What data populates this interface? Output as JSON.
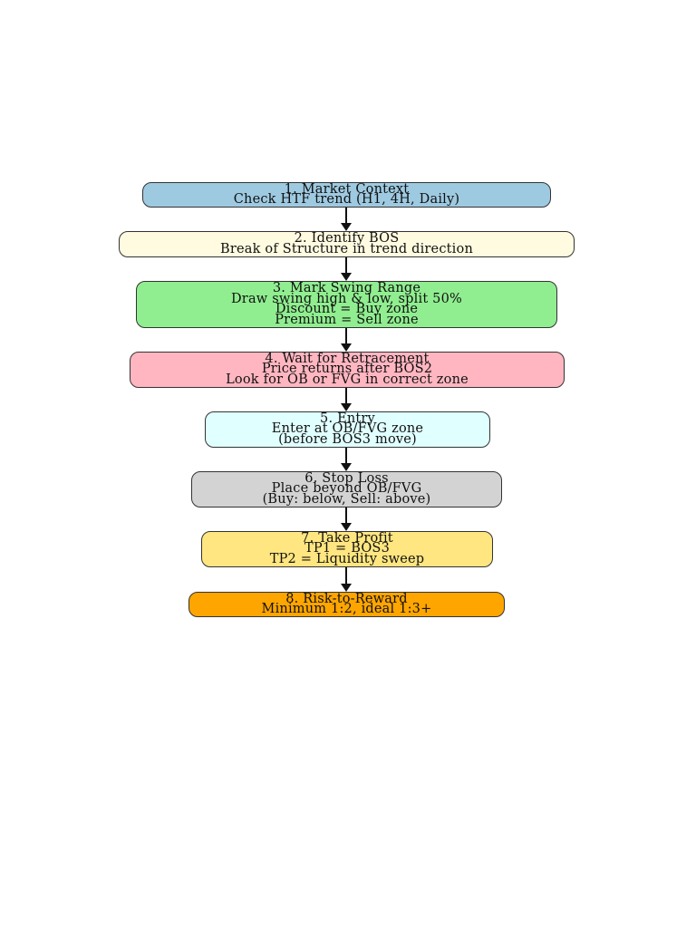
{
  "steps": [
    {
      "lines": [
        "1. Market Context",
        "Check HTF trend (H1, 4H, Daily)"
      ],
      "color": "#9ecae1"
    },
    {
      "lines": [
        "2. Identify BOS",
        "Break of Structure in trend direction"
      ],
      "color": "#fffbe0"
    },
    {
      "lines": [
        "3. Mark Swing Range",
        "Draw swing high & low, split 50%",
        "Discount = Buy zone",
        "Premium = Sell zone"
      ],
      "color": "#90ee90"
    },
    {
      "lines": [
        "4. Wait for Retracement",
        "Price returns after BOS2",
        "Look for OB or FVG in correct zone"
      ],
      "color": "#ffb6c1"
    },
    {
      "lines": [
        "5. Entry",
        "Enter at OB/FVG zone",
        "(before BOS3 move)"
      ],
      "color": "#e0ffff"
    },
    {
      "lines": [
        "6. Stop Loss",
        "Place beyond OB/FVG",
        "(Buy: below, Sell: above)"
      ],
      "color": "#d3d3d3"
    },
    {
      "lines": [
        "7. Take Profit",
        "TP1 = BOS3",
        "TP2 = Liquidity sweep"
      ],
      "color": "#ffe680"
    },
    {
      "lines": [
        "8. Risk-to-Reward",
        "Minimum 1:2, ideal 1:3+"
      ],
      "color": "#ffa500"
    }
  ]
}
